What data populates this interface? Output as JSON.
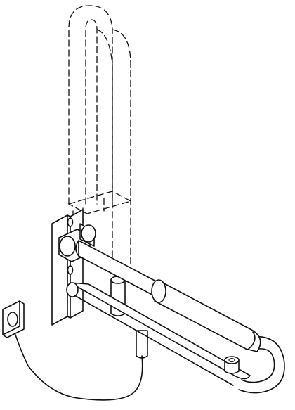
{
  "figure": {
    "style": "technical line drawing",
    "stroke_color": "#111111",
    "background_color": "#ffffff",
    "components": [
      {
        "name": "wall-plate"
      },
      {
        "name": "folded-up-rail",
        "line_style": "dashed"
      },
      {
        "name": "lower-rail"
      },
      {
        "name": "upper-rail"
      },
      {
        "name": "grip-sleeve"
      },
      {
        "name": "support-leg"
      },
      {
        "name": "cable"
      },
      {
        "name": "wall-switch"
      }
    ]
  }
}
